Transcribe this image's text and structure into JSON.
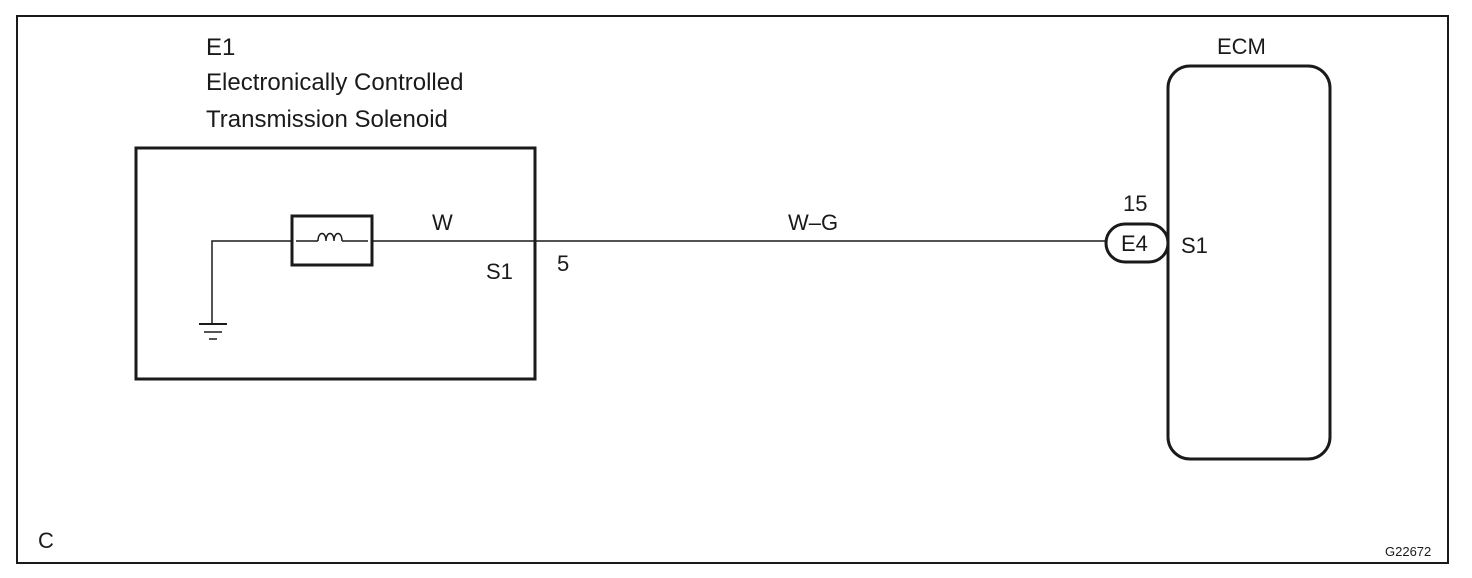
{
  "solenoid": {
    "code": "E1",
    "name_line1": "Electronically Controlled",
    "name_line2": "Transmission Solenoid",
    "pin_label": "S1"
  },
  "wiring": {
    "inner_wire_color": "W",
    "outer_wire_color": "W–G",
    "connector_pin": "5"
  },
  "ecm": {
    "title": "ECM",
    "connector": "E4",
    "pin_number": "15",
    "pin_label": "S1"
  },
  "corner_label": "C",
  "figure_code": "G22672"
}
